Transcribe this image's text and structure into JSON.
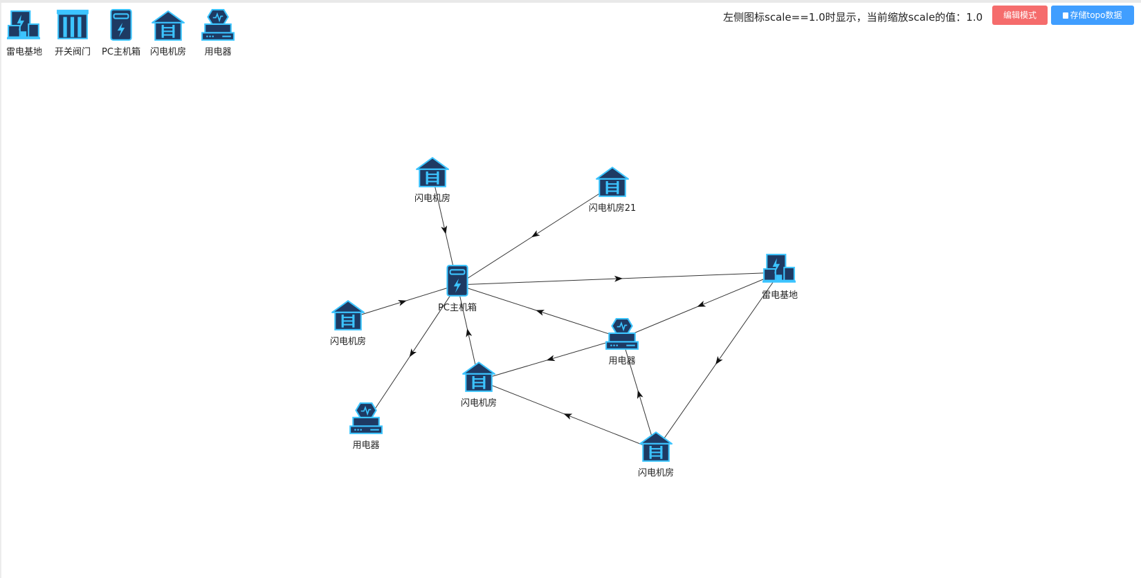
{
  "palette": {
    "items": [
      {
        "label": "雷电基地",
        "icon": "substation-icon"
      },
      {
        "label": "开关阀门",
        "icon": "switch-valve-icon"
      },
      {
        "label": "PC主机箱",
        "icon": "pc-case-icon"
      },
      {
        "label": "闪电机房",
        "icon": "machine-room-icon"
      },
      {
        "label": "用电器",
        "icon": "appliance-icon"
      }
    ]
  },
  "header": {
    "scale_text": "左侧图标scale==1.0时显示，当前缩放scale的值：1.0",
    "edit_button": "编辑模式",
    "save_button": "存储topo数据"
  },
  "topology": {
    "nodes": [
      {
        "id": "pc",
        "label": "PC主机箱",
        "type": "pc-case"
      },
      {
        "id": "room_top",
        "label": "闪电机房",
        "type": "machine-room"
      },
      {
        "id": "room21",
        "label": "闪电机房21",
        "type": "machine-room"
      },
      {
        "id": "base",
        "label": "雷电基地",
        "type": "substation"
      },
      {
        "id": "room_left",
        "label": "闪电机房",
        "type": "machine-room"
      },
      {
        "id": "app_mid",
        "label": "用电器",
        "type": "appliance"
      },
      {
        "id": "room_mid",
        "label": "闪电机房",
        "type": "machine-room"
      },
      {
        "id": "app_left",
        "label": "用电器",
        "type": "appliance"
      },
      {
        "id": "room_bottom",
        "label": "闪电机房",
        "type": "machine-room"
      }
    ],
    "links": [
      {
        "from": "room_top",
        "to": "pc"
      },
      {
        "from": "room21",
        "to": "pc"
      },
      {
        "from": "pc",
        "to": "base"
      },
      {
        "from": "room_left",
        "to": "pc"
      },
      {
        "from": "pc",
        "to": "app_left"
      },
      {
        "from": "app_mid",
        "to": "pc"
      },
      {
        "from": "room_mid",
        "to": "pc"
      },
      {
        "from": "base",
        "to": "app_mid"
      },
      {
        "from": "app_mid",
        "to": "room_mid"
      },
      {
        "from": "base",
        "to": "room_bottom"
      },
      {
        "from": "room_bottom",
        "to": "app_mid"
      },
      {
        "from": "room_bottom",
        "to": "room_mid"
      }
    ]
  },
  "colors": {
    "icon_fill": "#1e3a63",
    "icon_accent": "#3cc4ff",
    "icon_stroke": "#29a9f0",
    "link": "#333333",
    "edit_button": "#f56c6c",
    "save_button": "#409eff"
  }
}
